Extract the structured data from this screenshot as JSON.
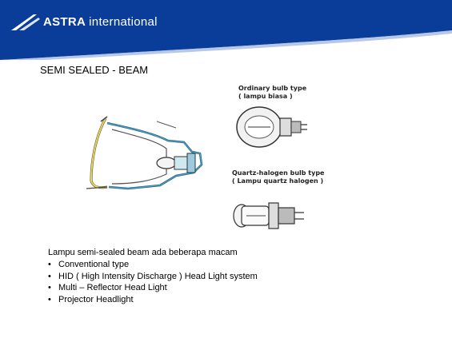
{
  "header": {
    "brand_bold": "ASTRA",
    "brand_thin": "international",
    "background_color": "#0a3d9a"
  },
  "slide": {
    "title": "SEMI SEALED - BEAM"
  },
  "figure": {
    "ordinary_label_1": "Ordinary bulb type",
    "ordinary_label_2": "( lampu biasa )",
    "halogen_label_1": "Quartz-halogen bulb type",
    "halogen_label_2": "( Lampu quartz halogen )"
  },
  "content": {
    "heading": "Lampu semi-sealed beam ada beberapa macam",
    "items": [
      "Conventional type",
      "HID ( High Intensity Discharge ) Head Light system",
      "Multi – Reflector Head Light",
      "Projector Headlight"
    ]
  }
}
